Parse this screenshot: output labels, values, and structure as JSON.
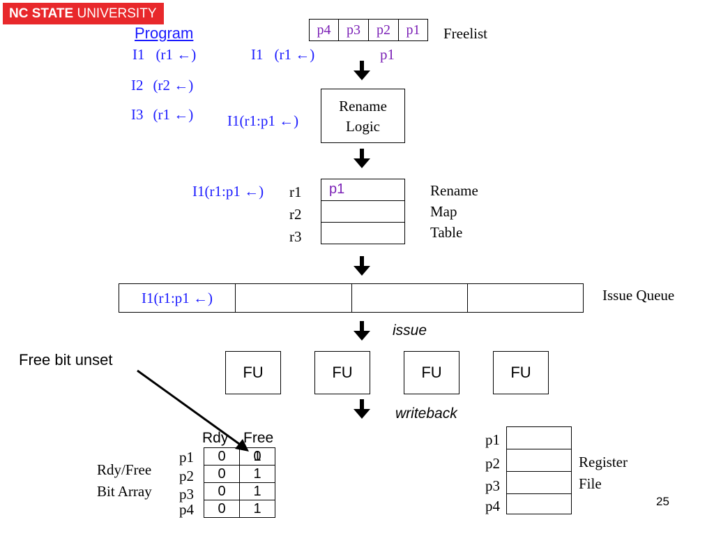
{
  "header": {
    "logo_bold": "NC STATE",
    "logo_rest": "UNIVERSITY"
  },
  "program": {
    "title": "Program",
    "lines": [
      {
        "label": "I1",
        "op": "(r1 ←)"
      },
      {
        "label": "I2",
        "op": "(r2 ←)"
      },
      {
        "label": "I3",
        "op": "(r1 ←)"
      }
    ]
  },
  "fetch": {
    "label": "I1",
    "op": "(r1 ←)"
  },
  "freelist": {
    "title": "Freelist",
    "items": [
      "p4",
      "p3",
      "p2",
      "p1"
    ],
    "popped": "p1"
  },
  "rename_logic": {
    "line1": "Rename",
    "line2": "Logic",
    "input_label": "I1",
    "input_op": "(r1:p1 ←)"
  },
  "rename_map": {
    "title_lines": [
      "Rename",
      "Map",
      "Table"
    ],
    "input_label": "I1",
    "input_op": "(r1:p1 ←)",
    "rows": [
      {
        "reg": "r1",
        "value": "p1"
      },
      {
        "reg": "r2",
        "value": ""
      },
      {
        "reg": "r3",
        "value": ""
      }
    ]
  },
  "issue_queue": {
    "title": "Issue Queue",
    "entries": [
      "I1(r1:p1 ←)",
      "",
      "",
      ""
    ]
  },
  "labels": {
    "issue": "issue",
    "writeback": "writeback"
  },
  "fus": [
    "FU",
    "FU",
    "FU",
    "FU"
  ],
  "annotation": "Free bit unset",
  "bit_array": {
    "title_lines": [
      "Rdy/Free",
      "Bit Array"
    ],
    "headers": [
      "Rdy",
      "Free"
    ],
    "rows": [
      {
        "reg": "p1",
        "rdy": "0",
        "free": "0",
        "free_prev": "1"
      },
      {
        "reg": "p2",
        "rdy": "0",
        "free": "1"
      },
      {
        "reg": "p3",
        "rdy": "0",
        "free": "1"
      },
      {
        "reg": "p4",
        "rdy": "0",
        "free": "1"
      }
    ]
  },
  "register_file": {
    "title_lines": [
      "Register",
      "File"
    ],
    "regs": [
      "p1",
      "p2",
      "p3",
      "p4"
    ]
  },
  "page_number": "25",
  "colors": {
    "logo_bg": "#e8282b",
    "instruction_blue": "#1a1aff",
    "phys_reg_purple": "#7a1fb5"
  }
}
